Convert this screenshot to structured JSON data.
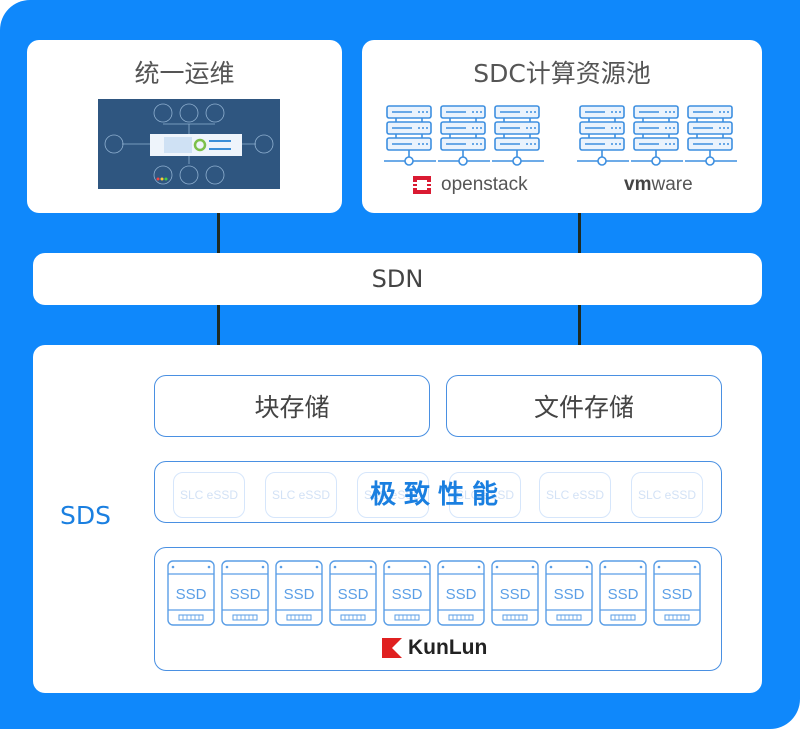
{
  "diagram": {
    "ops_panel": {
      "title": "统一运维",
      "image": "ops-dashboard-thumbnail"
    },
    "compute_panel": {
      "title": "SDC计算资源池",
      "platforms": [
        {
          "name": "openstack",
          "icon": "openstack-logo-icon",
          "server_count": 3
        },
        {
          "name": "vmware",
          "icon": "vmware-logo-icon",
          "server_count": 3
        }
      ]
    },
    "sdn": {
      "label": "SDN"
    },
    "sds": {
      "label": "SDS",
      "storage_types": [
        "块存储",
        "文件存储"
      ],
      "performance_tier": {
        "label": "极致性能",
        "slc_label": "SLC eSSD",
        "slc_count": 6
      },
      "ssd_tier": {
        "ssd_label": "SSD",
        "ssd_count": 10,
        "brand": "KunLun"
      }
    },
    "colors": {
      "frame": "#0f88fb",
      "accent": "#1a7fe0",
      "outline": "#4a90e2",
      "text": "#555555",
      "kunlun_red": "#e02020",
      "openstack_red": "#da1a32"
    }
  }
}
